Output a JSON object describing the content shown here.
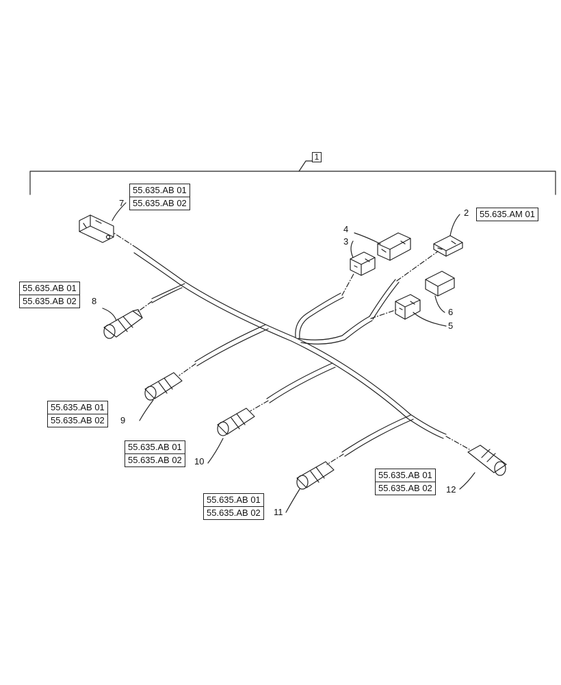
{
  "diagram": {
    "assembly_item": "1",
    "callouts": [
      {
        "id": "2",
        "refs": [
          "55.635.AM 01"
        ]
      },
      {
        "id": "3",
        "refs": []
      },
      {
        "id": "4",
        "refs": []
      },
      {
        "id": "5",
        "refs": []
      },
      {
        "id": "6",
        "refs": []
      },
      {
        "id": "7",
        "refs": [
          "55.635.AB 01",
          "55.635.AB 02"
        ]
      },
      {
        "id": "8",
        "refs": [
          "55.635.AB 01",
          "55.635.AB 02"
        ]
      },
      {
        "id": "9",
        "refs": [
          "55.635.AB 01",
          "55.635.AB 02"
        ]
      },
      {
        "id": "10",
        "refs": [
          "55.635.AB 01",
          "55.635.AB 02"
        ]
      },
      {
        "id": "11",
        "refs": [
          "55.635.AB 01",
          "55.635.AB 02"
        ]
      },
      {
        "id": "12",
        "refs": [
          "55.635.AB 01",
          "55.635.AB 02"
        ]
      }
    ]
  },
  "colors": {
    "line": "#222222",
    "background": "#ffffff"
  }
}
